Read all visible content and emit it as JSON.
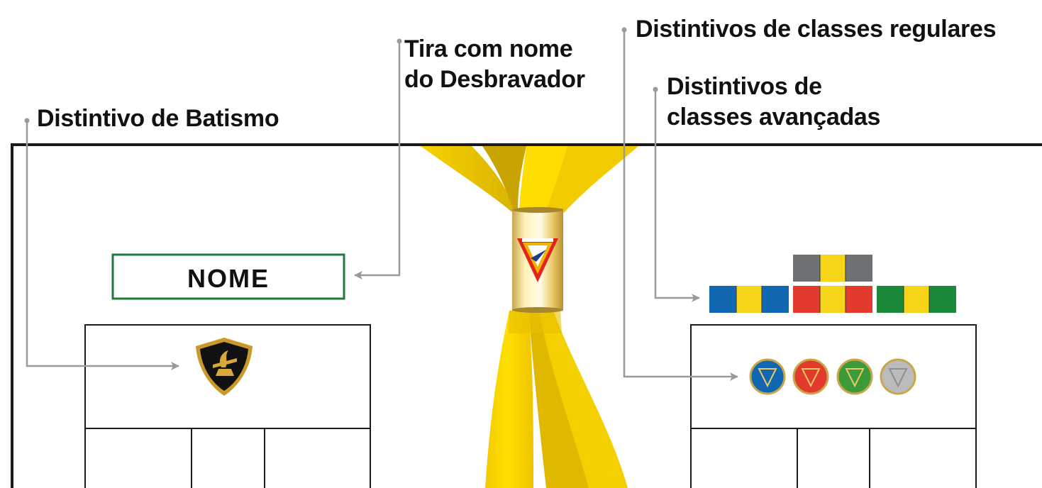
{
  "labels": {
    "batismo": "Distintivo de Batismo",
    "tira_line1": "Tira com nome",
    "tira_line2": "do Desbravador",
    "regulares": "Distintivos de classes regulares",
    "avancadas_line1": "Distintivos de",
    "avancadas_line2": "classes avançadas"
  },
  "name_strip": {
    "text": "NOME",
    "border_color": "#1f7a3e"
  },
  "colors": {
    "scarf_yellow": "#f5d000",
    "scarf_shadow": "#c9a300",
    "pointer_gray": "#9a9a9a",
    "blue": "#1167b1",
    "red": "#e23a2c",
    "green": "#1a8a3a",
    "gray": "#6f7275",
    "silver": "#b9bbbd",
    "yellow_bar": "#f6d417"
  },
  "advanced_bars": [
    "gray",
    "blue",
    "red",
    "green"
  ],
  "regular_pins": [
    "blue",
    "red",
    "green",
    "silver"
  ],
  "icons": {
    "baptism": "sda-church-shield-icon",
    "ring": "pathfinder-triangle-emblem-icon",
    "pins": "pathfinder-class-pin-icon"
  }
}
